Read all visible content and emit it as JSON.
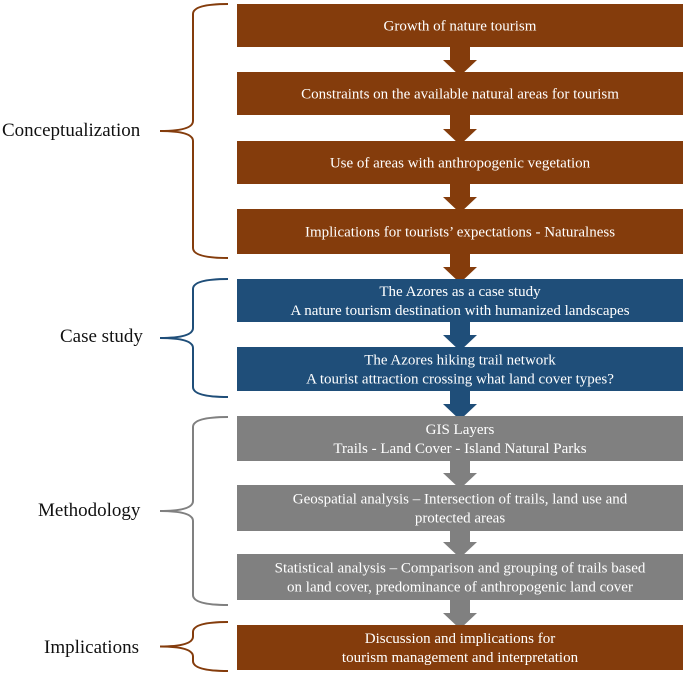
{
  "colors": {
    "brown": "#843c0c",
    "blue": "#1f4e79",
    "gray": "#808080"
  },
  "sections": [
    {
      "label": "Conceptualization",
      "color": "brown"
    },
    {
      "label": "Case study",
      "color": "blue"
    },
    {
      "label": "Methodology",
      "color": "gray"
    },
    {
      "label": "Implications",
      "color": "brown"
    }
  ],
  "boxes": [
    {
      "color": "brown",
      "lines": [
        "Growth of nature tourism"
      ]
    },
    {
      "color": "brown",
      "lines": [
        "Constraints on the available natural areas for tourism"
      ]
    },
    {
      "color": "brown",
      "lines": [
        "Use of areas with anthropogenic vegetation"
      ]
    },
    {
      "color": "brown",
      "lines": [
        "Implications for tourists’ expectations - Naturalness"
      ]
    },
    {
      "color": "blue",
      "lines": [
        "The Azores as a case study",
        "A nature tourism destination with humanized landscapes"
      ]
    },
    {
      "color": "blue",
      "lines": [
        "The Azores hiking trail network",
        "A tourist attraction crossing what land cover types?"
      ]
    },
    {
      "color": "gray",
      "lines": [
        "GIS Layers",
        "Trails -  Land Cover - Island Natural Parks"
      ]
    },
    {
      "color": "gray",
      "lines": [
        "Geospatial  analysis – Intersection of trails, land use and",
        "protected areas"
      ]
    },
    {
      "color": "gray",
      "lines": [
        "Statistical analysis – Comparison and grouping of trails based",
        "on land cover, predominance of anthropogenic land cover"
      ]
    },
    {
      "color": "brown",
      "lines": [
        "Discussion and implications for",
        "tourism management and interpretation"
      ]
    }
  ],
  "arrows": [
    {
      "color": "brown"
    },
    {
      "color": "brown"
    },
    {
      "color": "brown"
    },
    {
      "color": "brown"
    },
    {
      "color": "blue"
    },
    {
      "color": "blue"
    },
    {
      "color": "gray"
    },
    {
      "color": "gray"
    },
    {
      "color": "gray"
    }
  ]
}
